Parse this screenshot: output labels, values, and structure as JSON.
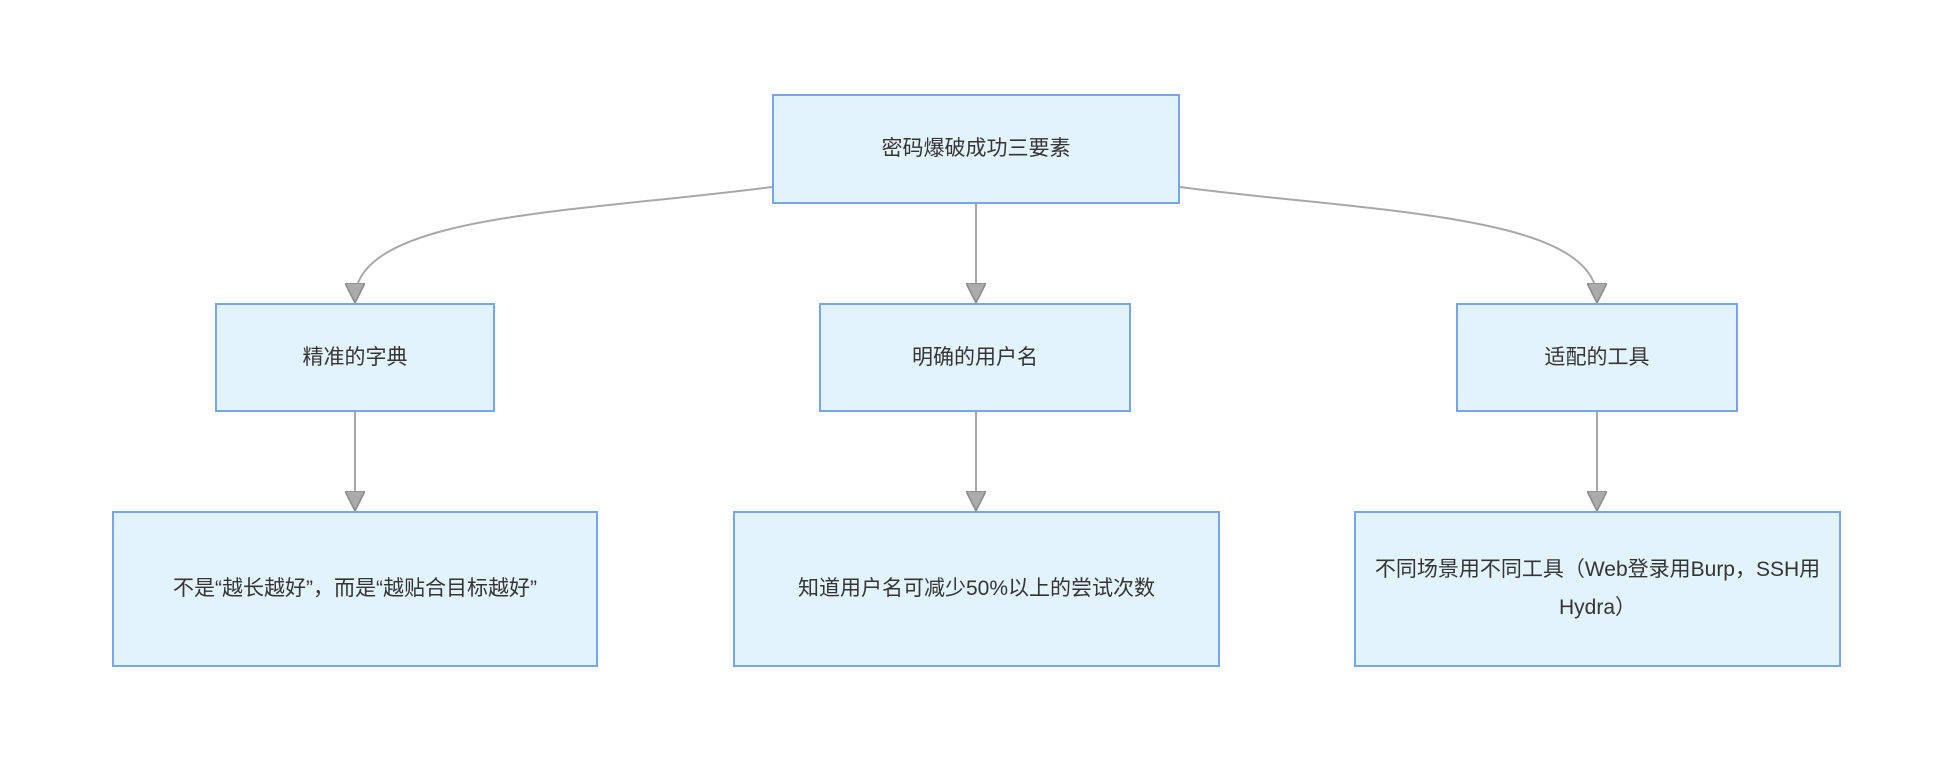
{
  "diagram": {
    "title_node": {
      "label": "密码爆破成功三要素"
    },
    "branches": [
      {
        "factor": "精准的字典",
        "detail": "不是“越长越好”，而是“越贴合目标越好”"
      },
      {
        "factor": "明确的用户名",
        "detail": "知道用户名可减少50%以上的尝试次数"
      },
      {
        "factor": "适配的工具",
        "detail": "不同场景用不同工具（Web登录用Burp，SSH用Hydra）"
      }
    ],
    "colors": {
      "node_fill": "#e3f3fc",
      "node_border": "#76a5ea",
      "connector_line": "#a8a8a8",
      "arrowhead_fill": "#ababab",
      "arrowhead_stroke": "#8c8c8c",
      "text": "#343434",
      "background": "#ffffff"
    }
  }
}
